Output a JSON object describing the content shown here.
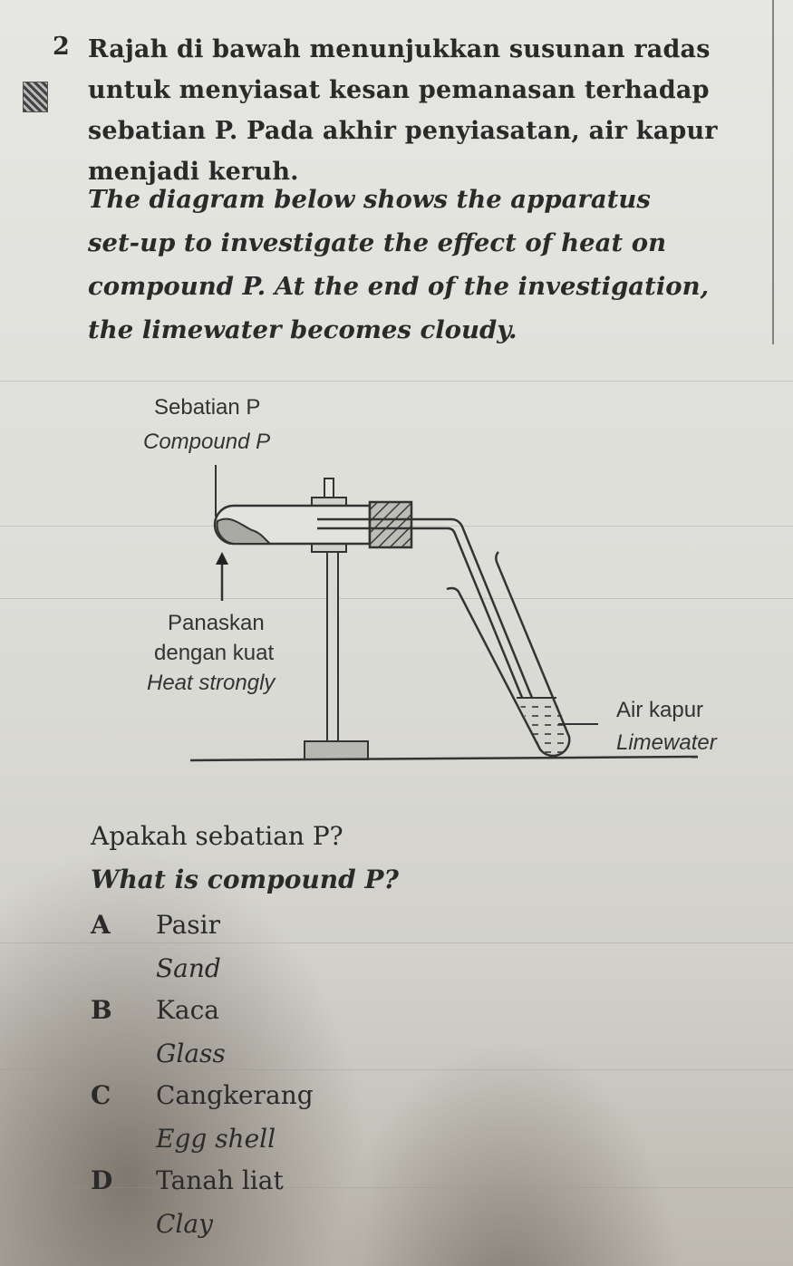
{
  "question": {
    "number": "2",
    "stem_ms": "Rajah di bawah menunjukkan susunan radas untuk menyiasat kesan pemanasan terhadap sebatian P. Pada akhir penyiasatan, air kapur menjadi keruh.",
    "stem_ms_lines": [
      "Rajah di bawah menunjukkan susunan radas",
      "untuk menyiasat kesan pemanasan terhadap",
      "sebatian P. Pada akhir penyiasatan, air kapur",
      "menjadi keruh."
    ],
    "stem_en_lines": [
      "The diagram below shows the apparatus",
      "set-up to investigate the effect of heat on",
      "compound P. At the end of the investigation,",
      "the limewater becomes cloudy."
    ],
    "prompt_ms": "Apakah sebatian P?",
    "prompt_en": "What is compound P?"
  },
  "diagram": {
    "label_compound_ms": "Sebatian P",
    "label_compound_en": "Compound P",
    "label_heat_ms_1": "Panaskan",
    "label_heat_ms_2": "dengan kuat",
    "label_heat_en": "Heat strongly",
    "label_limewater_ms": "Air kapur",
    "label_limewater_en": "Limewater"
  },
  "options": [
    {
      "letter": "A",
      "ms": "Pasir",
      "en": "Sand"
    },
    {
      "letter": "B",
      "ms": "Kaca",
      "en": "Glass"
    },
    {
      "letter": "C",
      "ms": "Cangkerang",
      "en": "Egg shell"
    },
    {
      "letter": "D",
      "ms": "Tanah liat",
      "en": "Clay"
    }
  ],
  "colors": {
    "ink": "#2a2a2a",
    "paper": "#e0e0dc",
    "hatch": "#3a3a3a"
  }
}
